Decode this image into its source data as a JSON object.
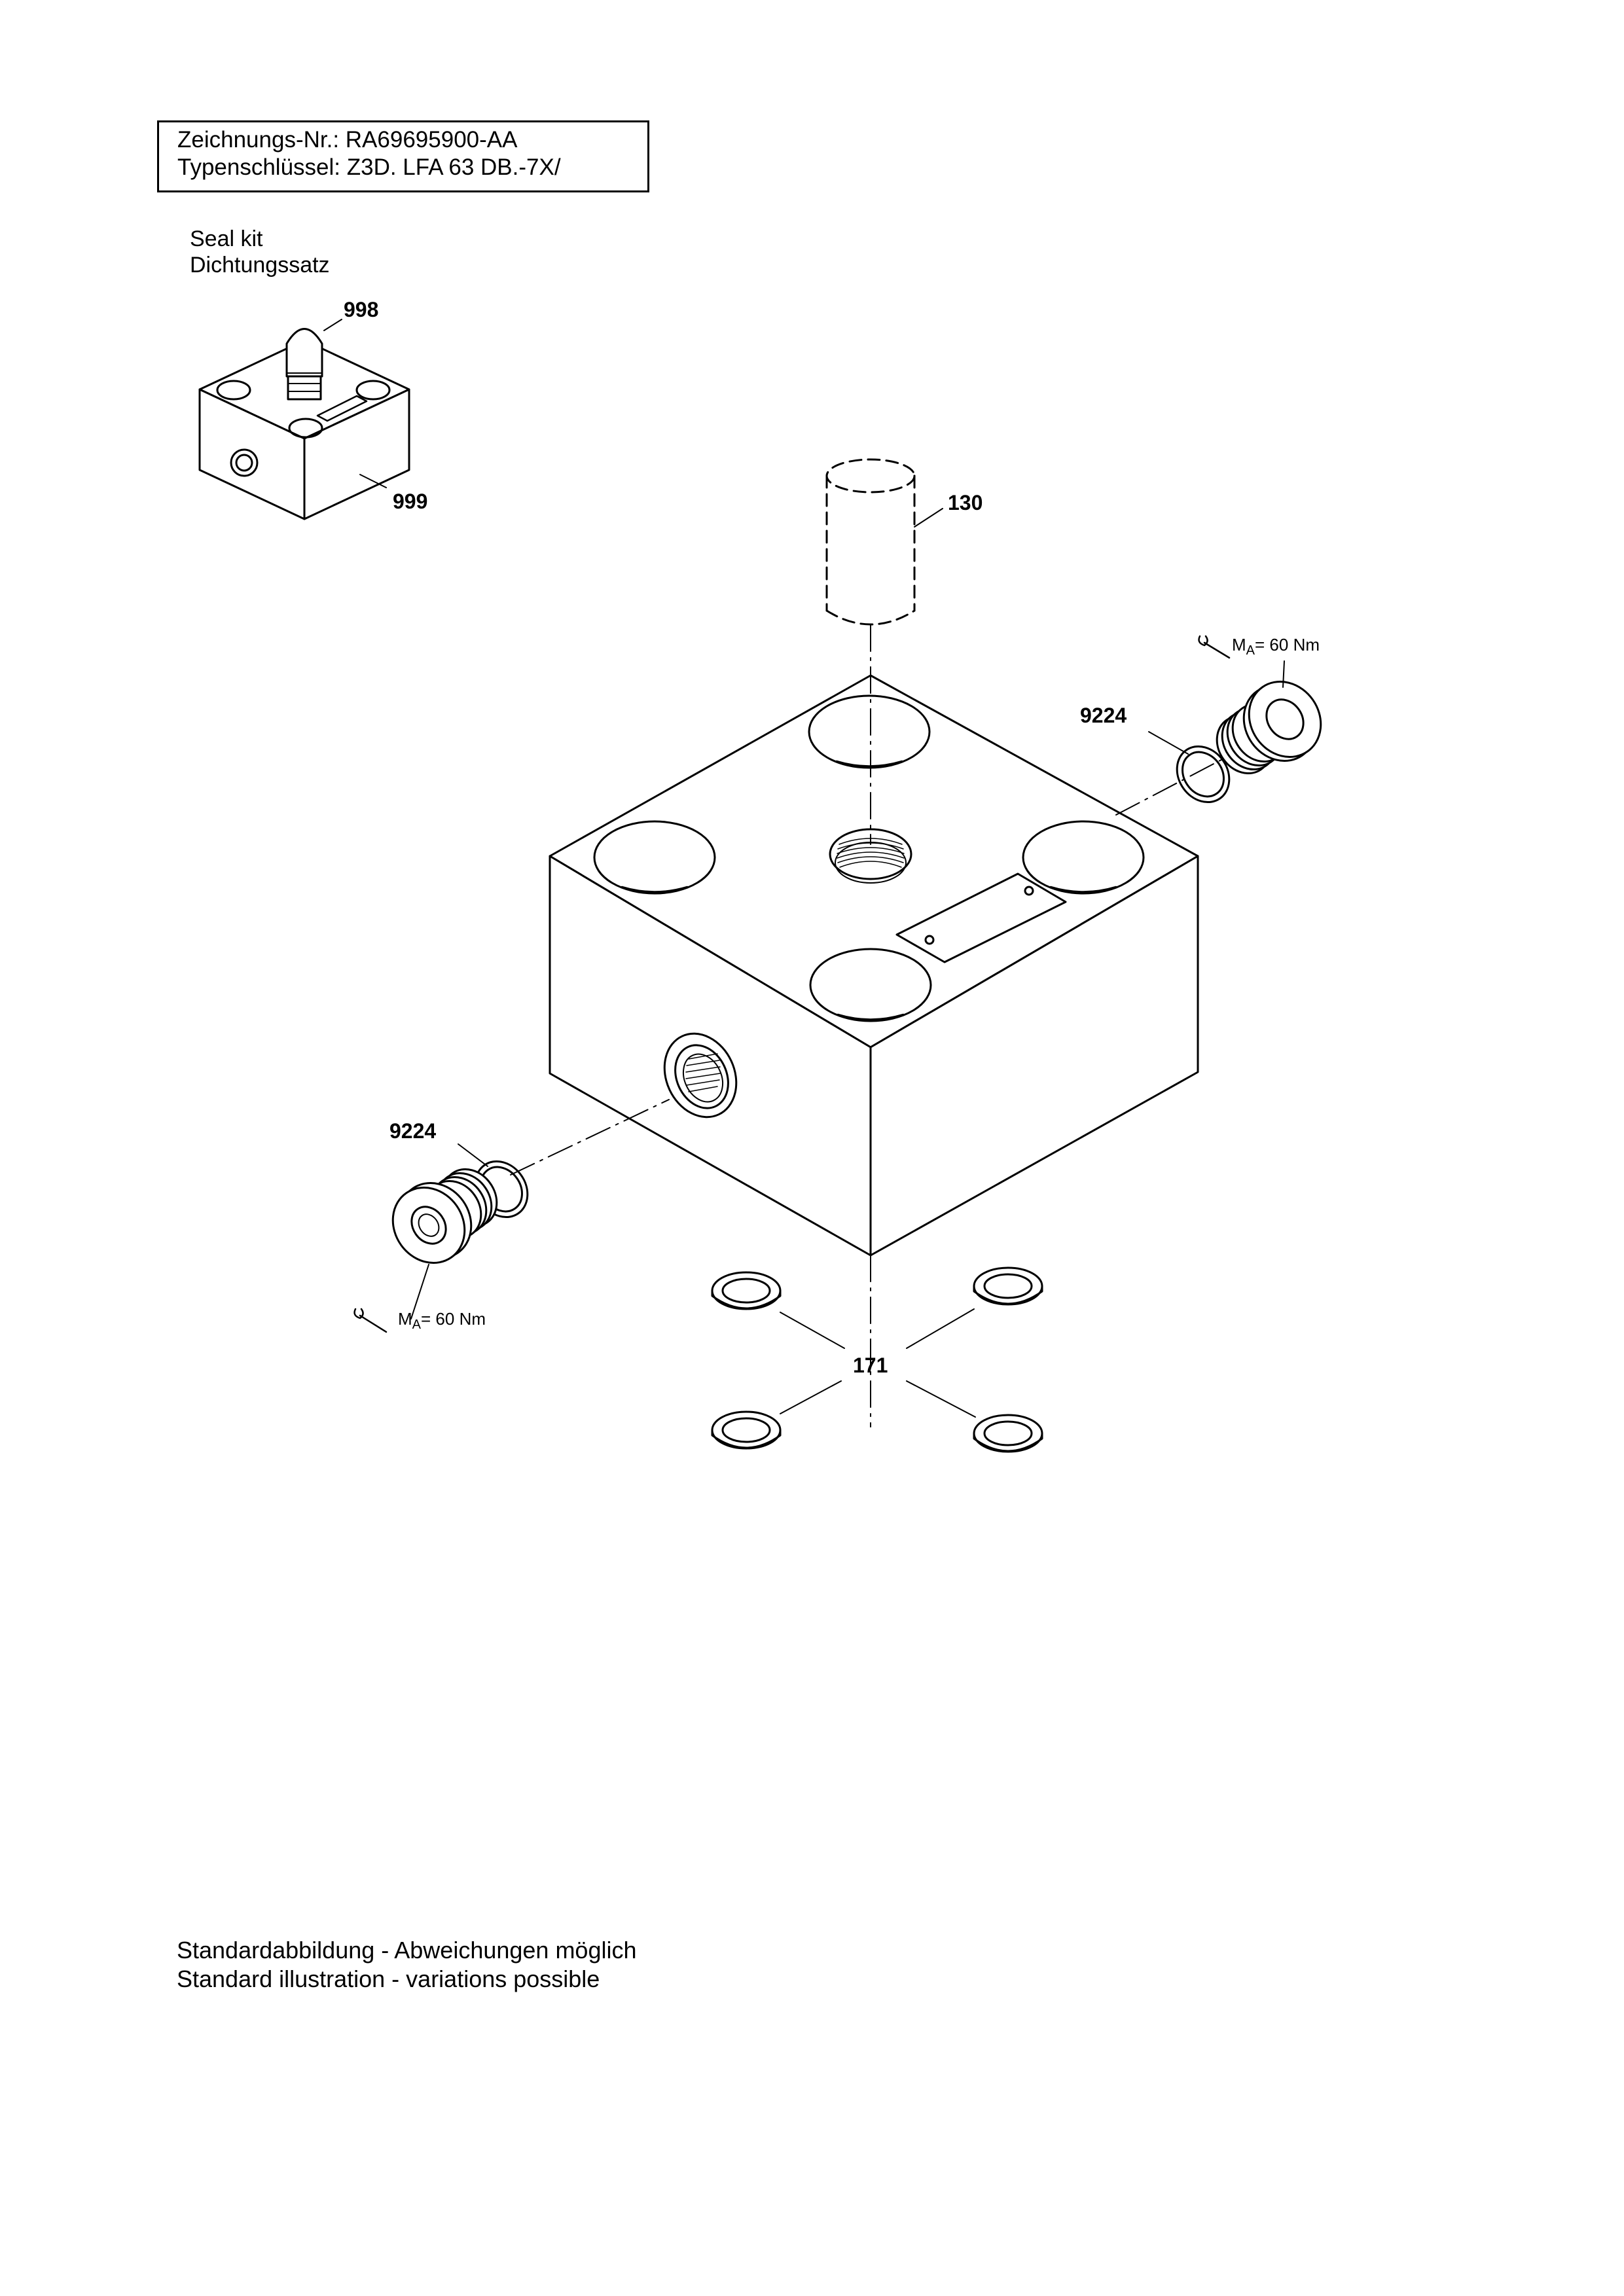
{
  "title_block": {
    "drawing_number": "Zeichnungs-Nr.: RA69695900-AA",
    "type_code": "Typenschlüssel: Z3D. LFA 63 DB.-7X/"
  },
  "seal_kit": {
    "label_en": "Seal kit",
    "label_de": "Dichtungssatz"
  },
  "callouts": {
    "c998": "998",
    "c999": "999",
    "c130": "130",
    "c9224_right": "9224",
    "c9224_left": "9224",
    "c171": "171"
  },
  "torque": {
    "symbol": "M",
    "subscript": "A",
    "value_right": "= 60 Nm",
    "value_left": "= 60 Nm"
  },
  "footer": {
    "line_de": "Standardabbildung - Abweichungen möglich",
    "line_en": "Standard illustration - variations possible"
  }
}
